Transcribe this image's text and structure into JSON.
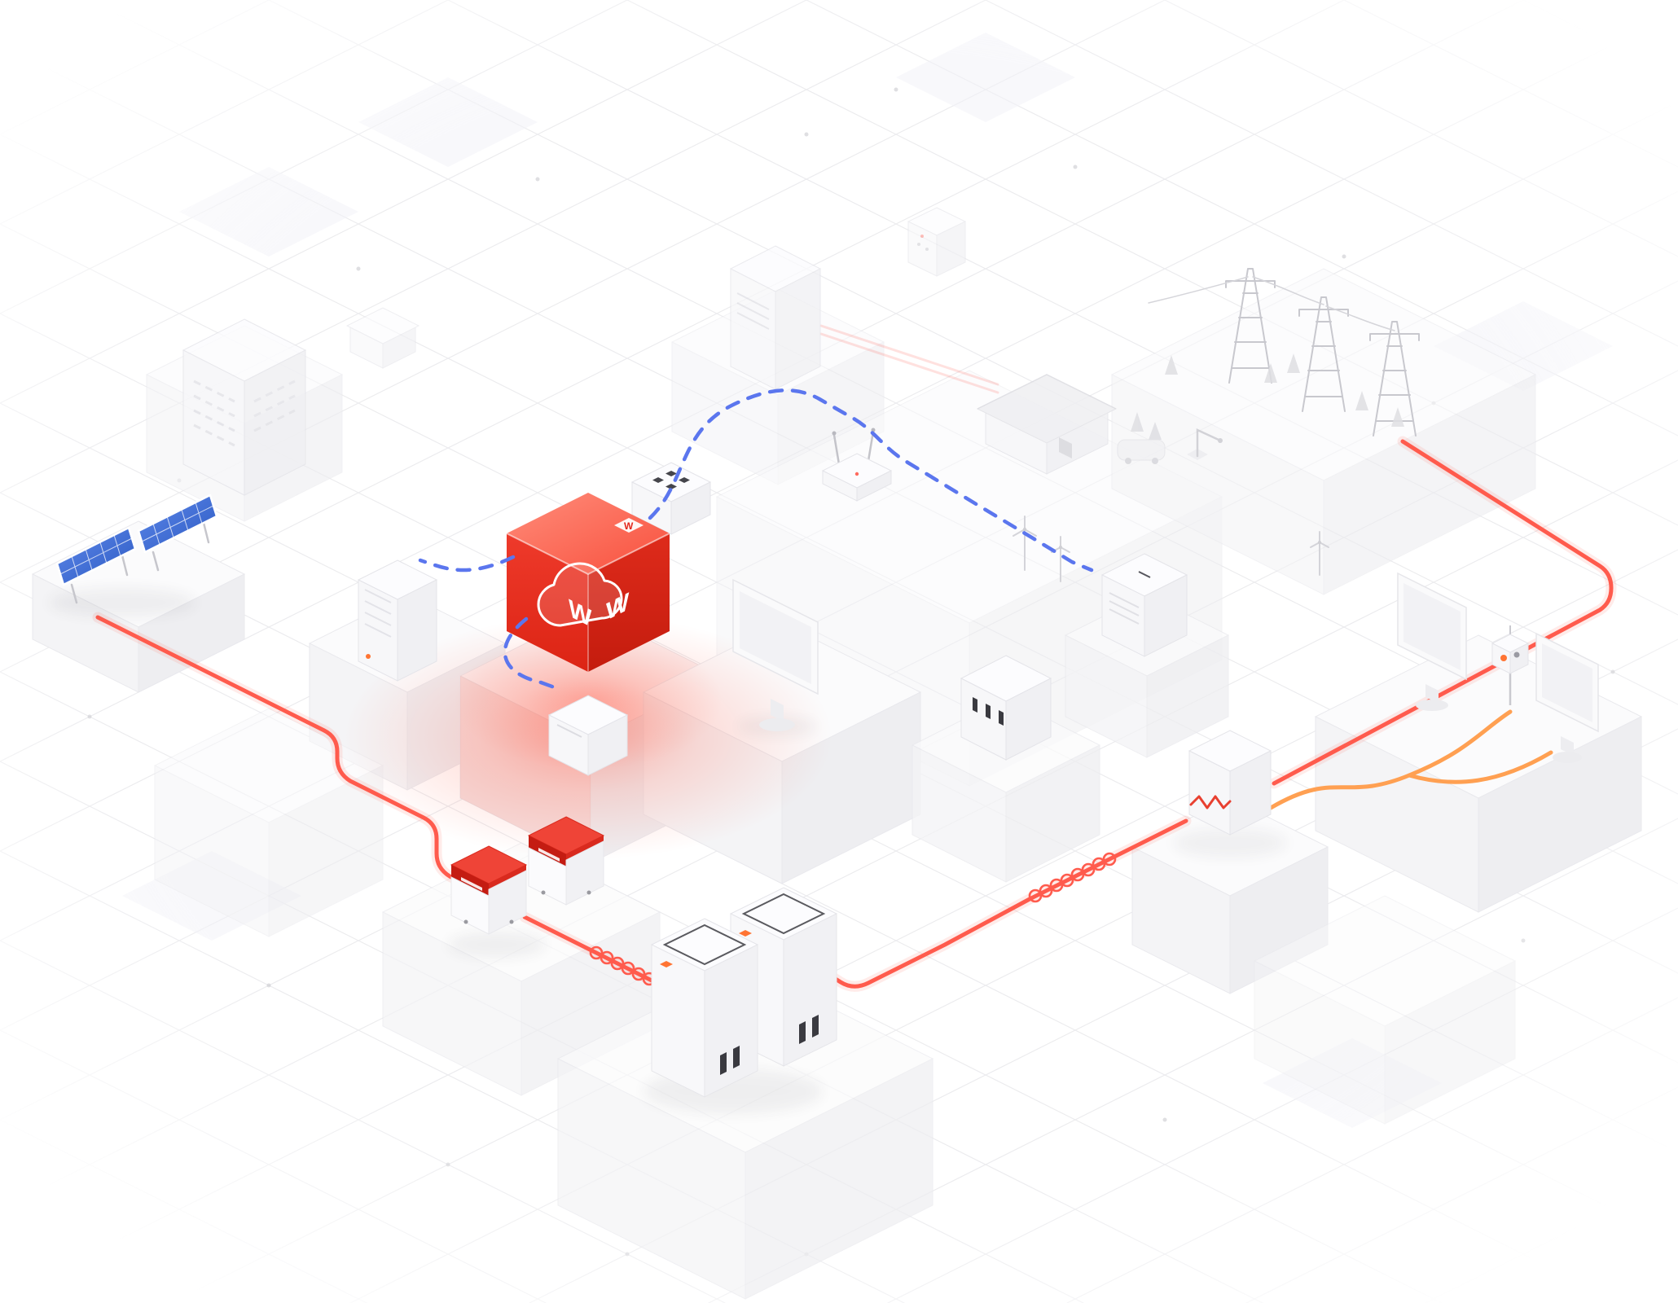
{
  "theme": {
    "bg": "#ffffff",
    "grid-line": "#ebebee",
    "grid-dot": "#c9c9cf",
    "platform-top": "#fbfbfc",
    "platform-left": "#f4f4f6",
    "platform-right": "#eeeef1",
    "platform-edge": "#e9e9ed",
    "accent-red": "#ff5b4d",
    "accent-red-deep": "#e2271b",
    "accent-blue": "#5b76ee",
    "accent-orange": "#ffa052",
    "solar-blue": "#3e6ed4",
    "slot-dark": "#3a3a40",
    "badge-orange": "#ff7433",
    "detail-gray": "#cfcfd5"
  },
  "diagram": {
    "description": "Isometric illustration of a smart energy ecosystem: a glowing red cloud cube hub linked by blue dashed data lines and red/orange power lines to solar panels, inverters, battery cabinets, grid pylons, homes and monitoring devices on faint white platforms",
    "hub": {
      "name": "cloud-platform-cube",
      "color": "#e8281e",
      "letters": {
        "front": "W",
        "side": "W",
        "top": "W"
      }
    },
    "nodes": [
      {
        "id": "cloud-hub",
        "kind": "cloud-platform-cube",
        "color": "#e8281e"
      },
      {
        "id": "solar-panels",
        "kind": "pv-array",
        "color": "#3e6ed4"
      },
      {
        "id": "inverter-1",
        "kind": "inverter",
        "accent": "#c41c12"
      },
      {
        "id": "inverter-2",
        "kind": "inverter",
        "accent": "#c41c12"
      },
      {
        "id": "battery-cabinet-1",
        "kind": "battery-storage",
        "accent": "#ff7433"
      },
      {
        "id": "battery-cabinet-2",
        "kind": "battery-storage",
        "accent": "#ff7433"
      },
      {
        "id": "resistor-device",
        "kind": "power-conditioner",
        "accent": "#ff5b4d"
      },
      {
        "id": "home-battery",
        "kind": "battery-pack"
      },
      {
        "id": "router",
        "kind": "wireless-router"
      },
      {
        "id": "gateway-cabinet",
        "kind": "control-cabinet",
        "accent": "#ff7433"
      },
      {
        "id": "edge-box",
        "kind": "edge-device"
      },
      {
        "id": "control-panel",
        "kind": "breaker-panel"
      },
      {
        "id": "monitor-center",
        "kind": "display"
      },
      {
        "id": "monitor-right-1",
        "kind": "display"
      },
      {
        "id": "monitor-right-2",
        "kind": "display"
      },
      {
        "id": "smart-meter",
        "kind": "metering-station",
        "accent": "#ff7433"
      },
      {
        "id": "house",
        "kind": "home"
      },
      {
        "id": "car",
        "kind": "vehicle"
      },
      {
        "id": "ev-charger",
        "kind": "ev-charging"
      },
      {
        "id": "transmission-towers",
        "kind": "grid-pylons"
      },
      {
        "id": "wind-turbines",
        "kind": "wind"
      },
      {
        "id": "office-building",
        "kind": "building"
      },
      {
        "id": "barn",
        "kind": "building"
      },
      {
        "id": "server-cabinet",
        "kind": "cabinet"
      },
      {
        "id": "mini-device",
        "kind": "cabinet"
      },
      {
        "id": "vent-box",
        "kind": "hvac-unit"
      }
    ],
    "edges": [
      {
        "from": "solar-panels",
        "to": "inverter-1",
        "style": "solid",
        "color": "#ff5b4d"
      },
      {
        "from": "inverter-1",
        "to": "battery-cabinet-1",
        "style": "solid-coil",
        "color": "#ff5b4d"
      },
      {
        "from": "transmission-towers",
        "to": "resistor-device",
        "style": "solid",
        "color": "#ff5b4d"
      },
      {
        "from": "resistor-device",
        "to": "battery-cabinet-2",
        "style": "solid-coil",
        "color": "#ff5b4d"
      },
      {
        "from": "resistor-device",
        "to": "smart-meter",
        "style": "solid",
        "color": "#ffa052"
      },
      {
        "from": "resistor-device",
        "to": "monitor-right-2",
        "style": "solid",
        "color": "#ffa052"
      },
      {
        "from": "cloud-hub",
        "to": "home-battery",
        "style": "dashed",
        "via": "router",
        "color": "#5b76ee"
      },
      {
        "from": "cloud-hub",
        "to": "gateway-cabinet",
        "style": "dashed",
        "color": "#5b76ee"
      },
      {
        "from": "cloud-hub",
        "to": "edge-box",
        "style": "dashed",
        "color": "#5b76ee"
      },
      {
        "from": "server-cabinet",
        "to": "house",
        "style": "faint",
        "color": "#ff5b4d"
      }
    ]
  }
}
